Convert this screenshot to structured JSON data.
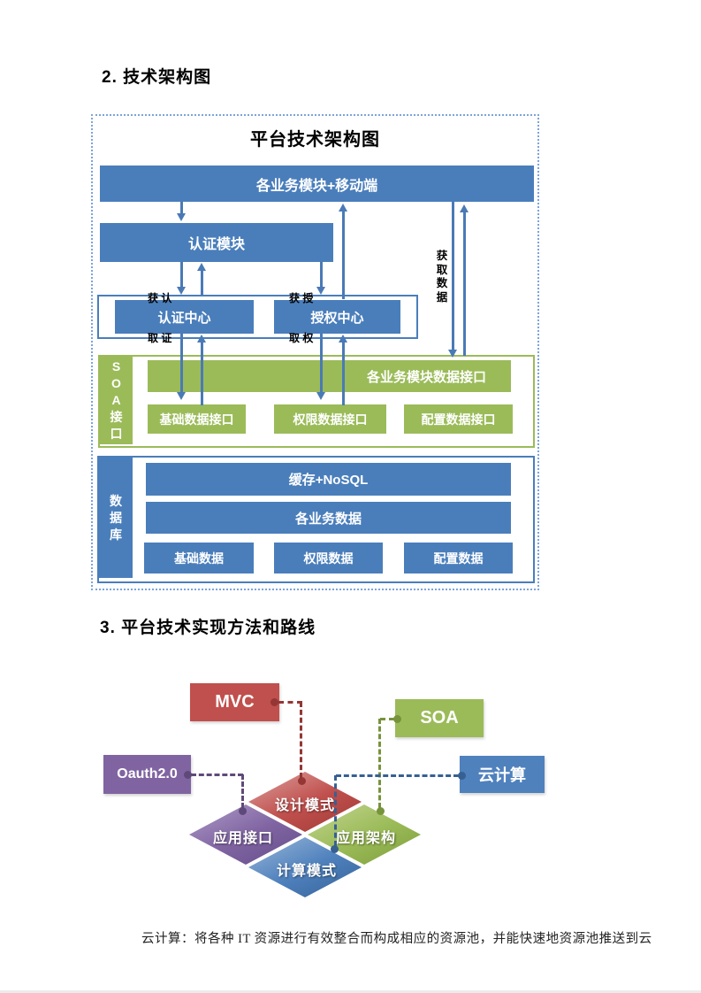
{
  "page": {
    "heading_2": "2. 技术架构图",
    "heading_3": "3. 平台技术实现方法和路线",
    "footer_note": "云计算：将各种 IT 资源进行有效整合而构成相应的资源池，并能快速地资源池推送到云"
  },
  "architecture": {
    "title": "平台技术架构图",
    "top_bar": "各业务模块+移动端",
    "auth_module": "认证模块",
    "auth_center": "认证中心",
    "authz_center": "授权中心",
    "flow_labels": {
      "get_auth": [
        "获 认",
        "取 证"
      ],
      "get_grant": [
        "获 授",
        "取 权"
      ],
      "get_data": "获取数据"
    },
    "soa_section": {
      "tab": "SOA接口",
      "biz_module_if": "各业务模块数据接口",
      "basic_if": "基础数据接口",
      "perm_if": "权限数据接口",
      "config_if": "配置数据接口"
    },
    "db_section": {
      "tab": "数据库",
      "cache": "缓存+NoSQL",
      "biz_data": "各业务数据",
      "basic_data": "基础数据",
      "perm_data": "权限数据",
      "config_data": "配置数据"
    }
  },
  "roadmap": {
    "tag_mvc": "MVC",
    "tag_soa": "SOA",
    "tag_oauth": "Oauth2.0",
    "tag_cloud": "云计算",
    "diamond_top": "设计模式",
    "diamond_left": "应用接口",
    "diamond_right": "应用架构",
    "diamond_bottom": "计算模式"
  },
  "colors": {
    "bar_blue": "#4a7ebb",
    "bar_green": "#9bbb59",
    "tag_red": "#c0504d",
    "tag_purple": "#8064a2",
    "tag_blue": "#4f81bd",
    "arrow_blue": "#4a7ab5",
    "connector_red": "#943634",
    "connector_olive": "#77933c",
    "connector_purple": "#5f497a",
    "connector_blue": "#376092",
    "dotted_border": "#7da4d9"
  }
}
